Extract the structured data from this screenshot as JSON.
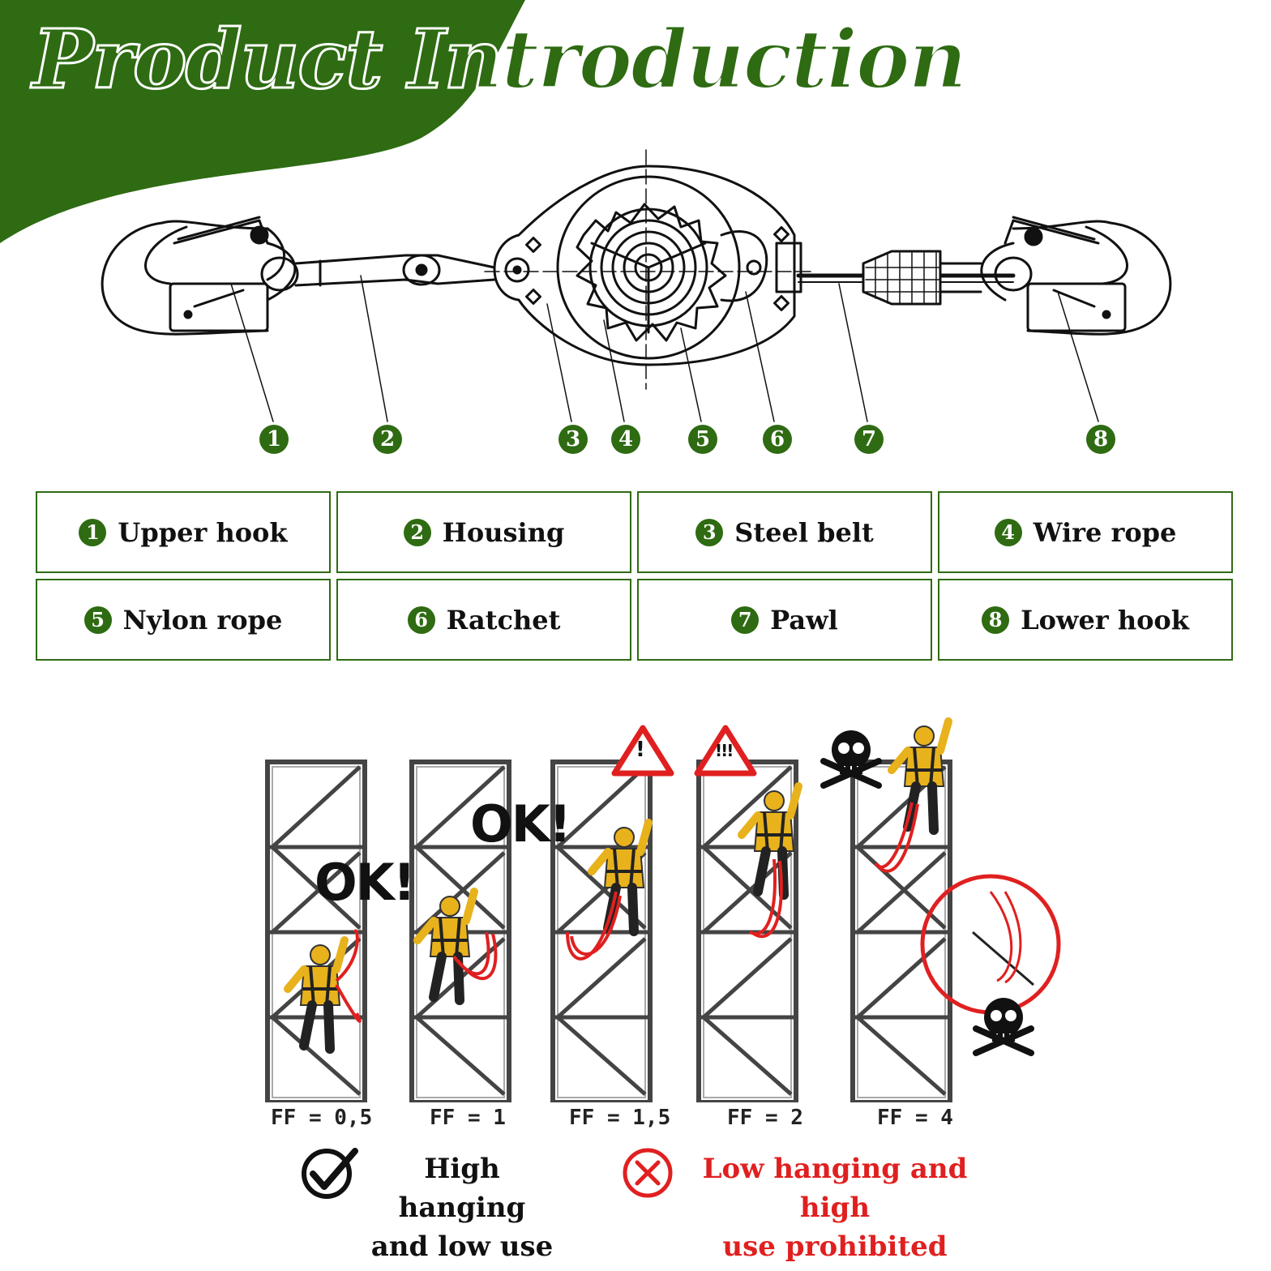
{
  "header": {
    "title": "Product Introduction"
  },
  "colors": {
    "brand_green": "#2e6b12",
    "danger_red": "#e02020",
    "ink": "#111111"
  },
  "callouts": [
    "1",
    "2",
    "3",
    "4",
    "5",
    "6",
    "7",
    "8"
  ],
  "parts": [
    {
      "num": "1",
      "label": "Upper hook"
    },
    {
      "num": "2",
      "label": "Housing"
    },
    {
      "num": "3",
      "label": "Steel belt"
    },
    {
      "num": "4",
      "label": "Wire rope"
    },
    {
      "num": "5",
      "label": "Nylon rope"
    },
    {
      "num": "6",
      "label": "Ratchet"
    },
    {
      "num": "7",
      "label": "Pawl"
    },
    {
      "num": "8",
      "label": "Lower hook"
    }
  ],
  "fall_factor": {
    "labels": [
      "FF = 0,5",
      "FF = 1",
      "FF = 1,5",
      "FF = 2",
      "FF = 4"
    ],
    "ok_labels": [
      "OK!",
      "OK!"
    ],
    "warning_marks": [
      "!",
      "!!!"
    ]
  },
  "footer": {
    "good_line1": "High hanging",
    "good_line2": "and low use",
    "bad_line1": "Low hanging and high",
    "bad_line2": "use prohibited",
    "good_icon": "checkmark-circle-icon",
    "bad_icon": "x-circle-icon"
  }
}
